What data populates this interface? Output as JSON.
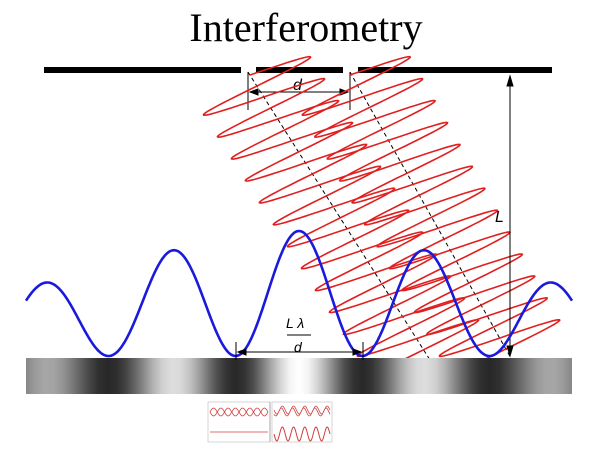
{
  "title": "Interferometry",
  "labels": {
    "slit_separation": "d",
    "screen_distance": "L",
    "fringe_numerator": "L λ",
    "fringe_denominator": "d"
  },
  "colors": {
    "wave": "#e02020",
    "intensity": "#1a1adc",
    "barrier": "#000000",
    "screen_dark": "#000000",
    "screen_light": "#ffffff"
  },
  "icons": [
    "waves-superposition-icon",
    "waves-sum-icon"
  ]
}
